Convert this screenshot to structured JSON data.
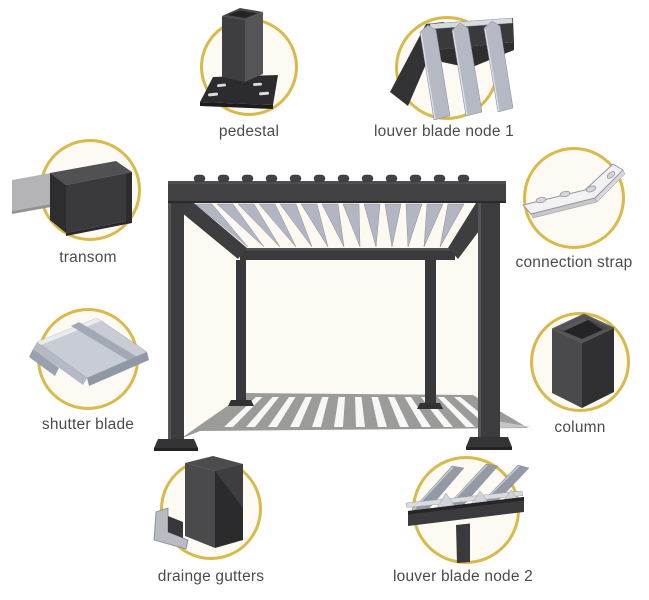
{
  "diagram": {
    "subject": "louvered pergola component diagram"
  },
  "colors": {
    "accent_circle": "#d9b94b",
    "frame_dark": "#3d3d3f",
    "blade_light": "#b2b6c2",
    "shadow_gray": "#9b9b99",
    "label_text": "#4b4b4d"
  },
  "callouts": [
    {
      "id": "pedestal",
      "icon": "pedestal-icon",
      "label": "pedestal"
    },
    {
      "id": "louver-blade-node-1",
      "icon": "louver-blade-node-1-icon",
      "label": "louver blade node 1"
    },
    {
      "id": "transom",
      "icon": "transom-icon",
      "label": "transom"
    },
    {
      "id": "connection-strap",
      "icon": "connection-strap-icon",
      "label": "connection strap"
    },
    {
      "id": "shutter-blade",
      "icon": "shutter-blade-icon",
      "label": "shutter blade"
    },
    {
      "id": "column",
      "icon": "column-icon",
      "label": "column"
    },
    {
      "id": "drainge-gutters",
      "icon": "drainage-gutter-icon",
      "label": "drainge gutters"
    },
    {
      "id": "louver-blade-node-2",
      "icon": "louver-blade-node-2-icon",
      "label": "louver blade node 2"
    }
  ]
}
